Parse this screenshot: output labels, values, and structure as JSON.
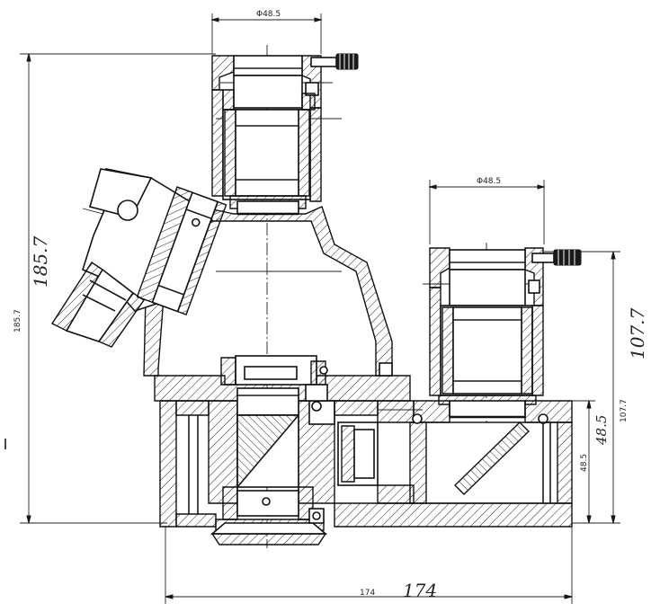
{
  "drawing": {
    "dimensions": {
      "top_eyepiece_diameter": "Φ48.5",
      "right_eyepiece_diameter": "Φ48.5",
      "overall_height": "185.7",
      "overall_height_handwritten": "185.7",
      "right_height": "107.7",
      "right_height_handwritten": "107.7",
      "mid_height": "48.5",
      "mid_height_handwritten": "48.5",
      "overall_width": "174",
      "overall_width_handwritten": "174"
    }
  }
}
